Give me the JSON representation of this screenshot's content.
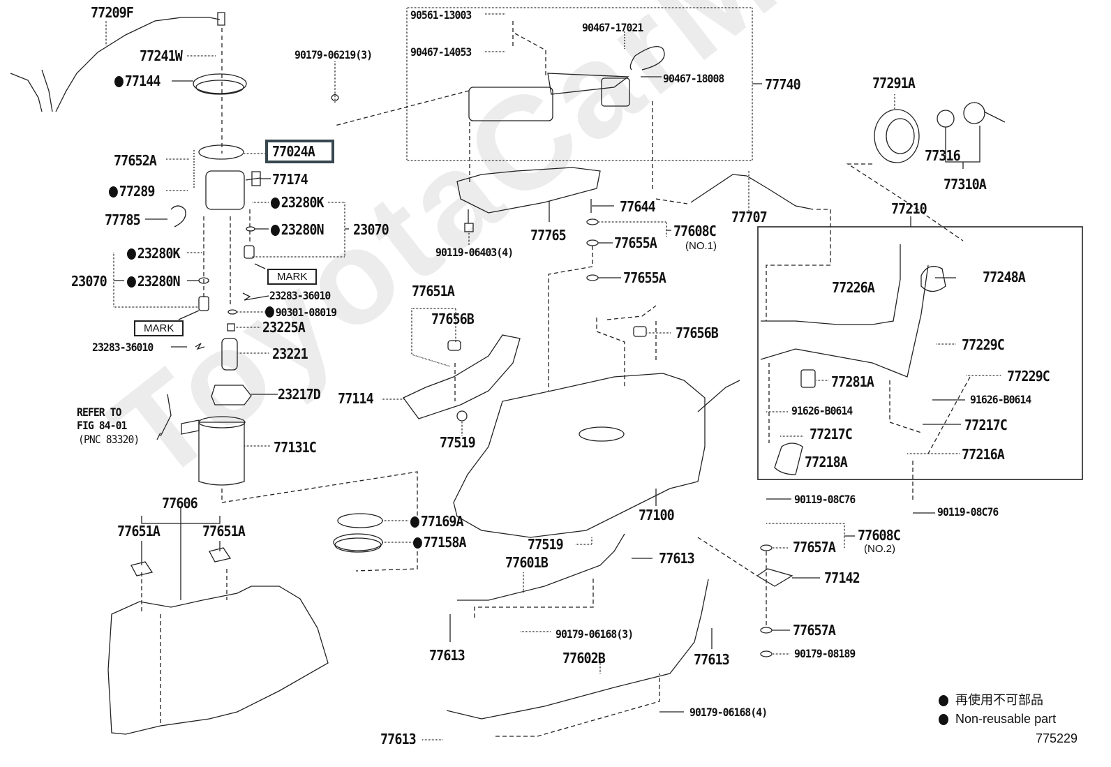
{
  "diagram": {
    "title": "Fuel Tank & Tube Parts Diagram",
    "figure_number": "775229",
    "watermark": "ToyotaCarMiner.ru",
    "highlighted_part": "77024A",
    "legend": [
      {
        "symbol": "filled-circle",
        "text": "再使用不可部品"
      },
      {
        "symbol": "filled-circle",
        "text": "Non-reusable part"
      }
    ],
    "labels": [
      {
        "id": "77209F",
        "text": "77209F",
        "non_reusable": false
      },
      {
        "id": "77241W",
        "text": "77241W",
        "non_reusable": false
      },
      {
        "id": "77144",
        "text": "77144",
        "non_reusable": true
      },
      {
        "id": "90179-06219",
        "text": "90179-06219(3)",
        "non_reusable": false
      },
      {
        "id": "77024A",
        "text": "77024A",
        "non_reusable": false
      },
      {
        "id": "77652A",
        "text": "77652A",
        "non_reusable": false
      },
      {
        "id": "77174",
        "text": "77174",
        "non_reusable": false
      },
      {
        "id": "77289",
        "text": "77289",
        "non_reusable": true
      },
      {
        "id": "23280K-a",
        "text": "23280K",
        "non_reusable": true
      },
      {
        "id": "77785",
        "text": "77785",
        "non_reusable": false
      },
      {
        "id": "23280N-a",
        "text": "23280N",
        "non_reusable": true
      },
      {
        "id": "23070-a",
        "text": "23070",
        "non_reusable": false
      },
      {
        "id": "23280K-b",
        "text": "23280K",
        "non_reusable": true
      },
      {
        "id": "23070-b",
        "text": "23070",
        "non_reusable": false
      },
      {
        "id": "23280N-b",
        "text": "23280N",
        "non_reusable": true
      },
      {
        "id": "23283-36010-a",
        "text": "23283-36010",
        "non_reusable": false
      },
      {
        "id": "90301-08019",
        "text": "90301-08019",
        "non_reusable": true
      },
      {
        "id": "23225A",
        "text": "23225A",
        "non_reusable": false
      },
      {
        "id": "23283-36010-b",
        "text": "23283-36010",
        "non_reusable": false
      },
      {
        "id": "23221",
        "text": "23221",
        "non_reusable": false
      },
      {
        "id": "23217D",
        "text": "23217D",
        "non_reusable": false
      },
      {
        "id": "77131C",
        "text": "77131C",
        "non_reusable": false
      },
      {
        "id": "77606",
        "text": "77606",
        "non_reusable": false
      },
      {
        "id": "77651A-l",
        "text": "77651A",
        "non_reusable": false
      },
      {
        "id": "77651A-r",
        "text": "77651A",
        "non_reusable": false
      },
      {
        "id": "77169A",
        "text": "77169A",
        "non_reusable": true
      },
      {
        "id": "77158A",
        "text": "77158A",
        "non_reusable": true
      },
      {
        "id": "90561-13003",
        "text": "90561-13003",
        "non_reusable": false
      },
      {
        "id": "90467-17021",
        "text": "90467-17021",
        "non_reusable": false
      },
      {
        "id": "90467-14053",
        "text": "90467-14053",
        "non_reusable": false
      },
      {
        "id": "90467-18008",
        "text": "90467-18008",
        "non_reusable": false
      },
      {
        "id": "77740",
        "text": "77740",
        "non_reusable": false
      },
      {
        "id": "77765",
        "text": "77765",
        "non_reusable": false
      },
      {
        "id": "90119-06403",
        "text": "90119-06403(4)",
        "non_reusable": false
      },
      {
        "id": "77644",
        "text": "77644",
        "non_reusable": false
      },
      {
        "id": "77608C-1",
        "text": "77608C",
        "non_reusable": false
      },
      {
        "id": "77655A-a",
        "text": "77655A",
        "non_reusable": false
      },
      {
        "id": "77655A-b",
        "text": "77655A",
        "non_reusable": false
      },
      {
        "id": "77651A-m",
        "text": "77651A",
        "non_reusable": false
      },
      {
        "id": "77656B-a",
        "text": "77656B",
        "non_reusable": false
      },
      {
        "id": "77656B-b",
        "text": "77656B",
        "non_reusable": false
      },
      {
        "id": "77114",
        "text": "77114",
        "non_reusable": false
      },
      {
        "id": "77519-a",
        "text": "77519",
        "non_reusable": false
      },
      {
        "id": "77100",
        "text": "77100",
        "non_reusable": false
      },
      {
        "id": "77519-b",
        "text": "77519",
        "non_reusable": false
      },
      {
        "id": "77613-a",
        "text": "77613",
        "non_reusable": false
      },
      {
        "id": "77601B",
        "text": "77601B",
        "non_reusable": false
      },
      {
        "id": "77613-b",
        "text": "77613",
        "non_reusable": false
      },
      {
        "id": "90179-06168-3",
        "text": "90179-06168(3)",
        "non_reusable": false
      },
      {
        "id": "77602B",
        "text": "77602B",
        "non_reusable": false
      },
      {
        "id": "77613-c",
        "text": "77613",
        "non_reusable": false
      },
      {
        "id": "77613-d",
        "text": "77613",
        "non_reusable": false
      },
      {
        "id": "90179-06168-4",
        "text": "90179-06168(4)",
        "non_reusable": false
      },
      {
        "id": "77291A",
        "text": "77291A",
        "non_reusable": false
      },
      {
        "id": "77316",
        "text": "77316",
        "non_reusable": false
      },
      {
        "id": "77310A",
        "text": "77310A",
        "non_reusable": false
      },
      {
        "id": "77707",
        "text": "77707",
        "non_reusable": false
      },
      {
        "id": "77210",
        "text": "77210",
        "non_reusable": false
      },
      {
        "id": "77248A",
        "text": "77248A",
        "non_reusable": false
      },
      {
        "id": "77226A",
        "text": "77226A",
        "non_reusable": false
      },
      {
        "id": "77229C-a",
        "text": "77229C",
        "non_reusable": false
      },
      {
        "id": "77229C-b",
        "text": "77229C",
        "non_reusable": false
      },
      {
        "id": "77281A",
        "text": "77281A",
        "non_reusable": false
      },
      {
        "id": "91626-B0614-a",
        "text": "91626-B0614",
        "non_reusable": false
      },
      {
        "id": "91626-B0614-b",
        "text": "91626-B0614",
        "non_reusable": false
      },
      {
        "id": "77217C-a",
        "text": "77217C",
        "non_reusable": false
      },
      {
        "id": "77217C-b",
        "text": "77217C",
        "non_reusable": false
      },
      {
        "id": "77218A",
        "text": "77218A",
        "non_reusable": false
      },
      {
        "id": "77216A",
        "text": "77216A",
        "non_reusable": false
      },
      {
        "id": "90119-08C76-a",
        "text": "90119-08C76",
        "non_reusable": false
      },
      {
        "id": "90119-08C76-b",
        "text": "90119-08C76",
        "non_reusable": false
      },
      {
        "id": "77608C-2",
        "text": "77608C",
        "non_reusable": false
      },
      {
        "id": "77657A-a",
        "text": "77657A",
        "non_reusable": false
      },
      {
        "id": "77142",
        "text": "77142",
        "non_reusable": false
      },
      {
        "id": "77657A-b",
        "text": "77657A",
        "non_reusable": false
      },
      {
        "id": "90179-08189",
        "text": "90179-08189",
        "non_reusable": false
      }
    ],
    "notes": {
      "mark_1": "MARK",
      "mark_2": "MARK",
      "no1": "(NO.1)",
      "no2": "(NO.2)",
      "refer_line1": "REFER TO",
      "refer_line2": "FIG 84-01",
      "refer_line3": "(PNC 83320)"
    }
  }
}
